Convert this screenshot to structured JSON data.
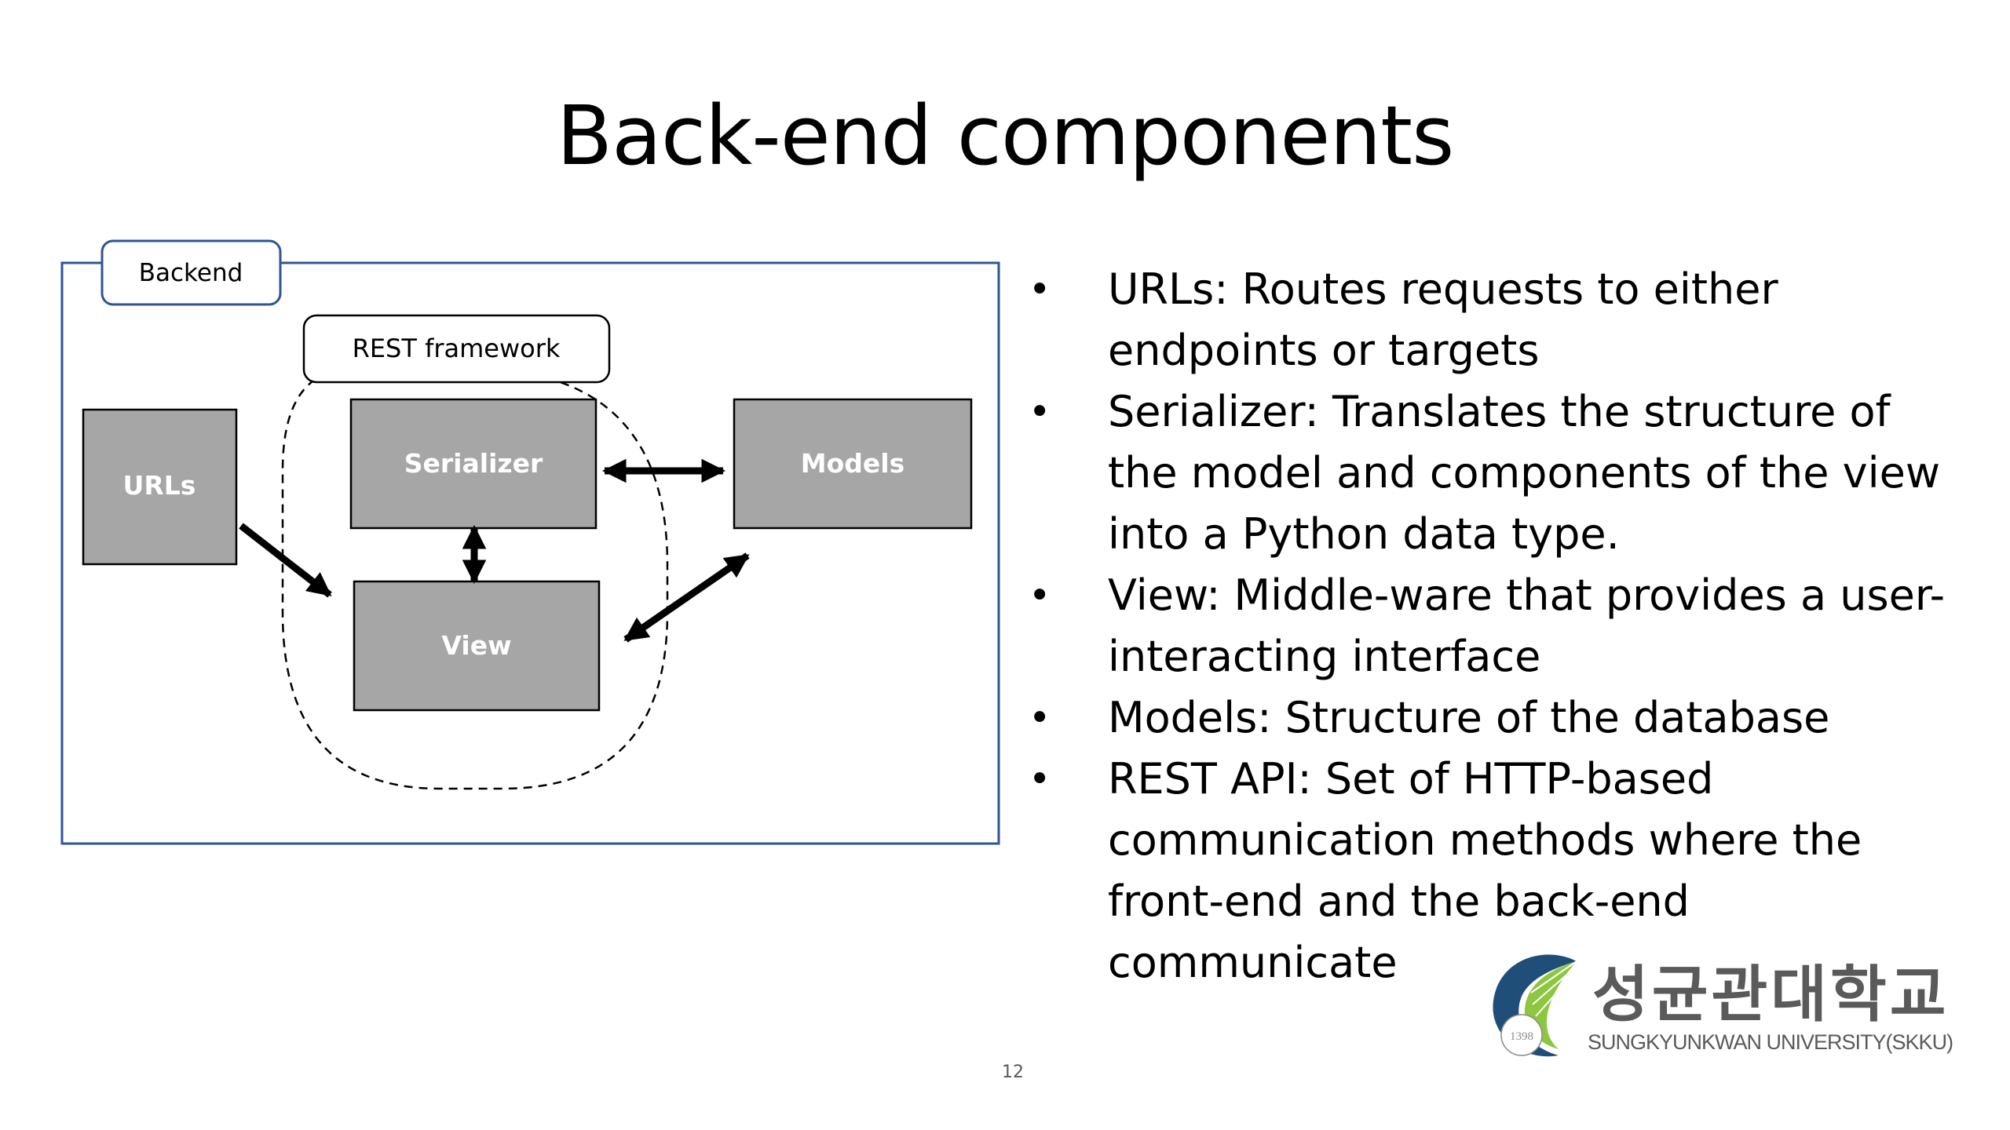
{
  "slide": {
    "title": "Back-end components",
    "page_number": "12"
  },
  "diagram": {
    "backend_label": "Backend",
    "rest_label": "REST framework",
    "nodes": {
      "urls": "URLs",
      "serializer": "Serializer",
      "models": "Models",
      "view": "View"
    },
    "colors": {
      "frame": "#2f5597",
      "node_fill": "#a6a6a6",
      "node_text": "#ffffff"
    }
  },
  "bullets": [
    "URLs: Routes requests to either endpoints or targets",
    "Serializer: Translates the structure of the model and components of the view into a Python data type.",
    "View: Middle-ware that provides a user-interacting interface",
    "Models: Structure of the database",
    "REST API: Set of HTTP-based communication methods where the front-end and the back-end communicate"
  ],
  "bullet_symbol": "•",
  "logo": {
    "korean": "성균관대학교",
    "english": "SUNGKYUNKWAN UNIVERSITY(SKKU)",
    "year": "1398",
    "icon": "skku-ginkgo-leaf-logo"
  }
}
